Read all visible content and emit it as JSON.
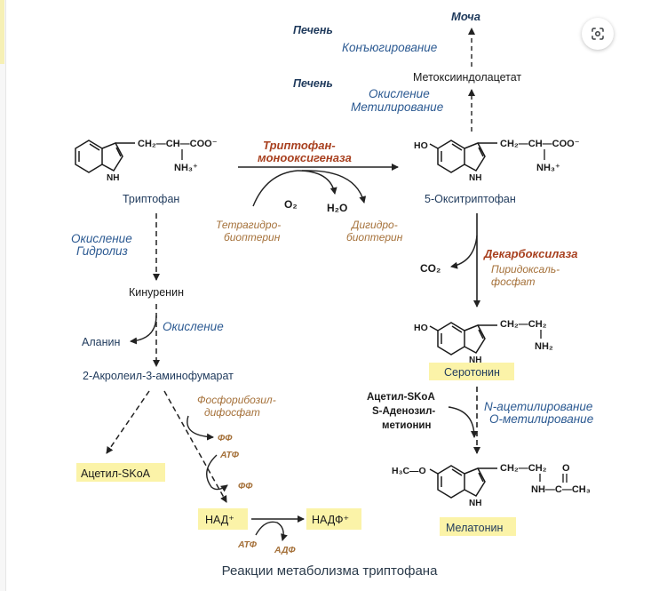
{
  "diagram": {
    "caption": "Реакции метаболизма триптофана",
    "top": {
      "urine": "Моча",
      "liver1": "Печень",
      "conjugation": "Конъюгирование",
      "methoxyindole": "Метоксииндолацетат",
      "liver2": "Печень",
      "oxidation": "Окисление",
      "methylation": "Метилирование"
    },
    "tryptophan": {
      "name": "Триптофан",
      "sidechain": "CH₂—CH—COO⁻",
      "amine": "NH₃⁺",
      "nh": "NH"
    },
    "hydroxylase": {
      "enzyme_line1": "Триптофан-",
      "enzyme_line2": "монооксигеназа",
      "o2": "O₂",
      "h2o": "H₂O",
      "tetrahydro_line1": "Тетрагидро-",
      "tetrahydro_line2": "биоптерин",
      "dihydro_line1": "Дигидро-",
      "dihydro_line2": "биоптерин"
    },
    "hydroxytryptophan": {
      "name": "5-Окситриптофан",
      "ho": "HO",
      "sidechain": "CH₂—CH—COO⁻",
      "amine": "NH₃⁺",
      "nh": "NH"
    },
    "decarboxylase": {
      "enzyme": "Декарбоксилаза",
      "co2": "CO₂",
      "cofactor_line1": "Пиридоксаль-",
      "cofactor_line2": "фосфат"
    },
    "serotonin": {
      "name": "Серотонин",
      "ho": "HO",
      "sidechain": "CH₂—CH₂",
      "amine": "NH₂",
      "nh": "NH"
    },
    "acetylation": {
      "donor_line1": "Ацетил-SKoA",
      "donor_line2": "S-Аденозил-",
      "donor_line3": "метионин",
      "process_line1": "N-ацетилирование",
      "process_line2": "O-метилирование"
    },
    "melatonin": {
      "name": "Мелатонин",
      "h3co": "H₃C—O",
      "sidechain": "CH₂—CH₂",
      "o": "O",
      "amide": "NH—C—CH₃",
      "nh": "NH"
    },
    "kynurenine_path": {
      "oxidation": "Окисление",
      "hydrolysis": "Гидролиз",
      "kynurenine": "Кинуренин",
      "oxidation2": "Окисление",
      "alanine": "Аланин",
      "acrolein": "2-Акролеил-3-аминофумарат",
      "acetyl_skoa": "Ацетил-SKoA",
      "prpp_line1": "Фосфорибозил-",
      "prpp_line2": "дифосфат",
      "ff1": "ФФ",
      "atf1": "АТФ",
      "ff2": "ФФ",
      "nad": "НАД⁺",
      "nadp": "НАДФ⁺",
      "atf2": "АТФ",
      "adf": "АДФ"
    }
  },
  "colors": {
    "dark_navy": "#1f3a5c",
    "blue_italic": "#2c5a92",
    "enzyme_red": "#a8401f",
    "brown": "#a5713a",
    "highlight": "#fbf3a8",
    "black": "#1a1a1a"
  },
  "icons": {
    "lens": "lens-search-icon"
  }
}
